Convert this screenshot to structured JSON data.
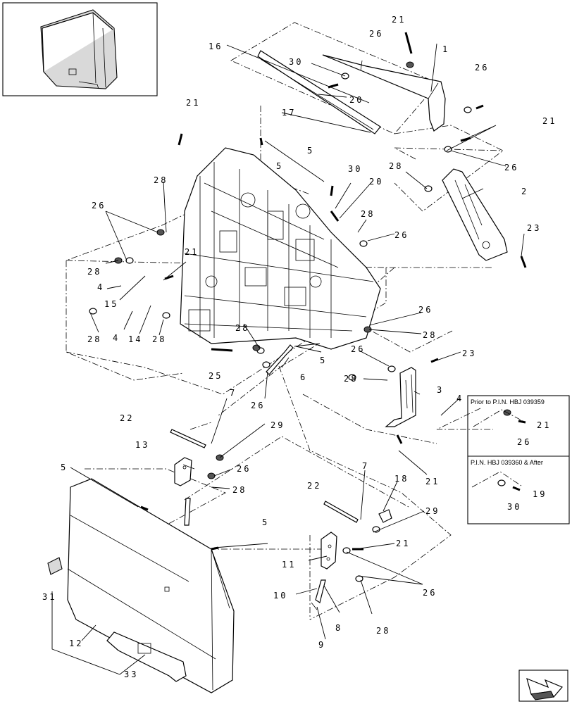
{
  "callouts": {
    "c1": "1",
    "c2": "2",
    "c3": "3",
    "c4a": "4",
    "c4b": "4",
    "c4c": "4",
    "c5a": "5",
    "c5b": "5",
    "c5c": "5",
    "c5d": "5",
    "c5e": "5",
    "c6": "6",
    "c7a": "7",
    "c7b": "7",
    "c8": "8",
    "c9": "9",
    "c10": "10",
    "c11": "11",
    "c12": "12",
    "c13": "13",
    "c14": "14",
    "c15": "15",
    "c16": "16",
    "c17": "17",
    "c18": "18",
    "c19": "19",
    "c20a": "20",
    "c20b": "20",
    "c21a": "21",
    "c21b": "21",
    "c21c": "21",
    "c21d": "21",
    "c21e": "21",
    "c21f": "21",
    "c21g": "21",
    "c22a": "22",
    "c22b": "22",
    "c23a": "23",
    "c23b": "23",
    "c25": "25",
    "c26a": "26",
    "c26b": "26",
    "c26c": "26",
    "c26d": "26",
    "c26e": "26",
    "c26f": "26",
    "c26g": "26",
    "c26h": "26",
    "c26i": "26",
    "c26j": "26",
    "c28a": "28",
    "c28b": "28",
    "c28c": "28",
    "c28d": "28",
    "c28e": "28",
    "c28f": "28",
    "c28g": "28",
    "c28h": "28",
    "c28i": "28",
    "c28j": "28",
    "c29a": "29",
    "c29b": "29",
    "c30a": "30",
    "c30b": "30",
    "c30c": "30",
    "c31": "31",
    "c33": "33"
  },
  "notes": {
    "prior": "Prior to P.I.N. HBJ 039359",
    "after": "P.I.N. HBJ 039360 & After"
  },
  "icons": {
    "thumbnail": "machine-thumbnail-icon",
    "next": "next-page-arrow-icon"
  }
}
